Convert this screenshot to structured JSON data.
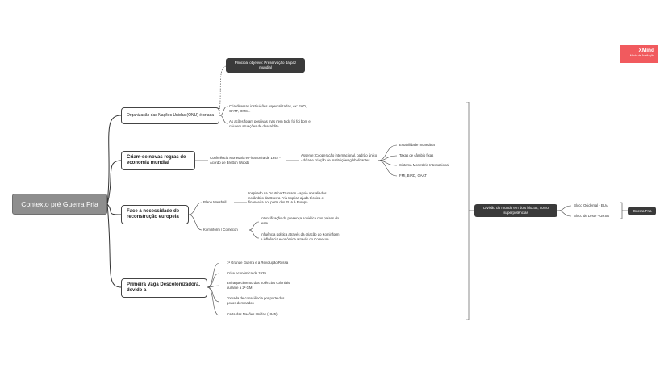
{
  "root": "Contexto pré Guerra Fria",
  "badge": {
    "brand": "XMind",
    "mode": "Modo de Avaliação"
  },
  "onu": {
    "title": "Organização das Nações Unidas (ONU) é criada",
    "callout": "Principal objetivo: Preservação da paz mundial",
    "detail1": "Cria diversas instituições especializadas, ex: FAO, GATT, OMS...",
    "detail2": "As ações foram positivas mas nem tudo foi foi bom e caiu em situações de descrédito"
  },
  "economia": {
    "title": "Criam-se novas regras de economia mundial",
    "conference": "Conferência Monetária e Financeira de 1944 - Acordo de Bretton Woods",
    "assente": "Assente: Cooperação internacional, padrão único - dólar e criação de instituições globalizantes",
    "items": [
      "Estabilidade monetária",
      "Taxas de câmbio fixas",
      "Sistema Monetário Internacional",
      "FMI, BIRD, GAAT"
    ]
  },
  "reconstrucao": {
    "title": "Face à necessidade de reconstrução europeia",
    "marshall": "Plano Marshall",
    "marshall_desc": "Inspirado na Doutrina Trumann - apoio aos aliados no âmbito da Guerra Fria Implica ajuda técnica e financeira por parte dos EUA à Europa",
    "kominform": "Kominform / Comecon",
    "kominform_desc1": "Intensificação da presença soviética nos países do leste",
    "kominform_desc2": "Influência política através da criação do Kominform e influência económica através do Comecon"
  },
  "descolonizacao": {
    "title": "Primeira Vaga Descolonizadora, devido a",
    "items": [
      "1ª Grande Guerra e a Revolução Russa",
      "Crise económica de 1929",
      "Enfraquecimento das potências coloniais durante a 2ª GM",
      "Tomada de consciência por parte dos povos dominados",
      "Carta das Nações Unidas (1945)"
    ]
  },
  "divisao": {
    "title": "Divisão do mundo em dois blocos, como superpotências",
    "blocos": [
      "Bloco Ocidental - EUA",
      "Bloco de Leste - URSS"
    ],
    "result": "Guerra Fria"
  }
}
